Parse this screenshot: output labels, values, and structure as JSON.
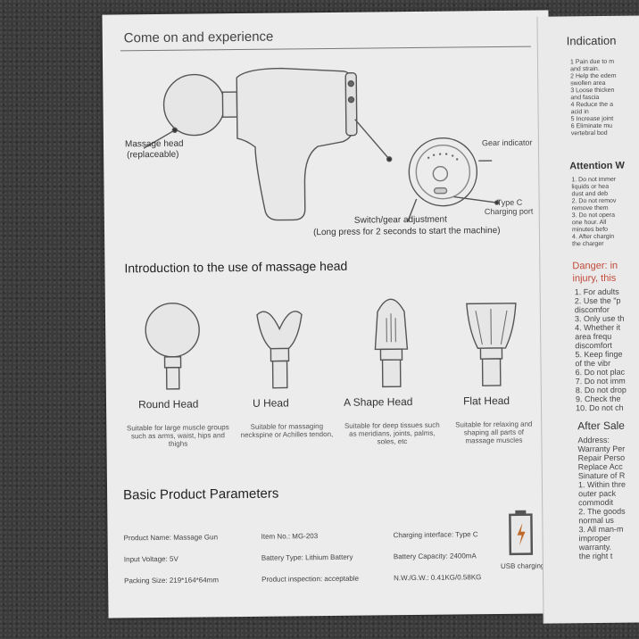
{
  "page": {
    "title": "Come on and experience",
    "diagram": {
      "massage_head": "Massage head",
      "replaceable": "(replaceable)",
      "gear_indicator": "Gear indicator",
      "type_c": "Type C",
      "charging_port": "Charging port",
      "switch": "Switch/gear adjustment",
      "long_press": "(Long press for 2 seconds to start the machine)"
    },
    "intro_title": "Introduction to the use of massage head",
    "heads": [
      {
        "name": "Round Head",
        "desc": "Suitable for large muscle groups such as arms, waist, hips and thighs"
      },
      {
        "name": "U Head",
        "desc": "Suitable for massaging neckspine or Achilles tendon,"
      },
      {
        "name": "A Shape Head",
        "desc": "Suitable for deep tissues such as meridians, joints, palms, soles, etc"
      },
      {
        "name": "Flat Head",
        "desc": "Suitable for relaxing and shaping all parts of massage muscles"
      }
    ],
    "params_title": "Basic Product Parameters",
    "params": {
      "product_name": "Product Name: Massage Gun",
      "item_no": "Item No.: MG-203",
      "charging_interface": "Charging interface: Type C",
      "input_voltage": "Input Voltage: 5V",
      "battery_type": "Battery Type: Lithium Battery",
      "battery_capacity": "Battery Capacity: 2400mA",
      "packing_size": "Packing Size: 219*164*64mm",
      "inspection": "Product inspection: acceptable",
      "weight": "N.W./G.W.: 0.41KG/0.58KG",
      "usb": "USB charging"
    }
  },
  "side": {
    "indication": "Indication",
    "indication_lines": [
      "1 Pain due to m",
      "and strain.",
      "2 Help the edem",
      "swollen area",
      "3 Loose thicken",
      "and fascia",
      "4 Reduce the a",
      "acid in",
      "5 Increase joint",
      "6 Eliminate mu",
      "vertebral bod"
    ],
    "attention": "Attention W",
    "attention_lines": [
      "1. Do not immer",
      "liquids or hea",
      "dust and deb",
      "2. Do not remov",
      "remove them",
      "3. Do not opera",
      "one hour. All",
      "minutes befo",
      "4. After chargin",
      "the charger"
    ],
    "danger1": "Danger: in",
    "danger2": "injury, this",
    "danger_lines": [
      "1. For adults",
      "2. Use the \"p",
      "discomfor",
      "3. Only use th",
      "4. Whether it",
      "area frequ",
      "discomfort",
      "5. Keep finge",
      "of the vibr",
      "6. Do not plac",
      "7. Do not imm",
      "8. Do not drop",
      "9. Check the",
      "10. Do not ch"
    ],
    "after_sale": "After Sale",
    "after_lines": [
      "Address:",
      "Warranty Per",
      "Repair Perso",
      "Replace Acc",
      "Sinature of R",
      "1. Within thre",
      "outer pack",
      "commodit",
      "2. The goods",
      "normal us",
      "3. All man-m",
      "improper",
      "warranty.",
      "the right t"
    ]
  }
}
